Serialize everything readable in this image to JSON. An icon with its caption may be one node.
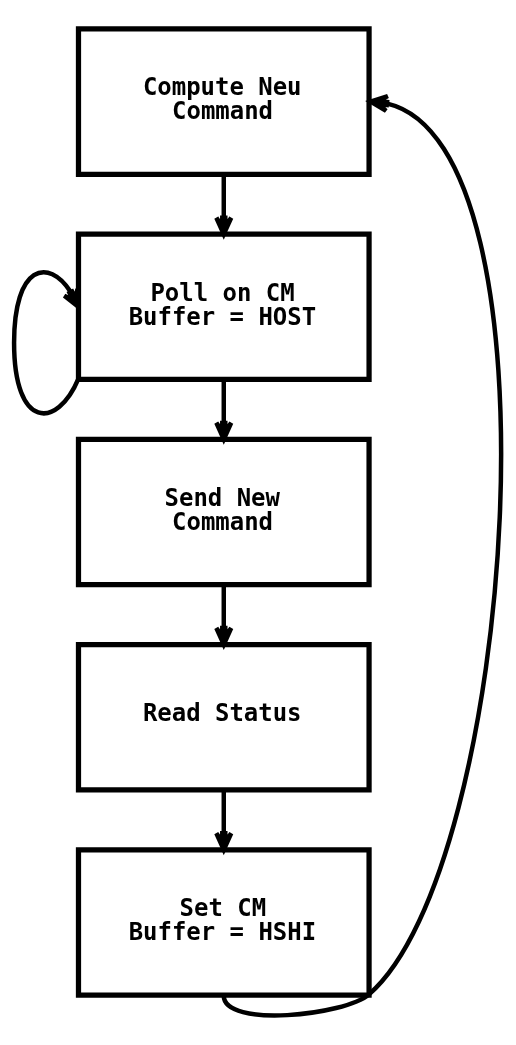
{
  "diagram": {
    "nodes": [
      {
        "text": [
          "Compute Neu Command"
        ]
      },
      {
        "text": [
          "Poll on CM Buffer = HOST"
        ]
      },
      {
        "text": [
          "Send New Command"
        ]
      },
      {
        "text": [
          "Read Status"
        ]
      },
      {
        "text": [
          "Set CM Buffer = HSHI"
        ]
      }
    ],
    "edges": [
      {
        "from": 0,
        "to": 1,
        "arrow": "to"
      },
      {
        "from": 1,
        "to": 1,
        "arrow": "to"
      },
      {
        "from": 1,
        "to": 2,
        "arrow": "to"
      },
      {
        "from": 2,
        "to": 3,
        "arrow": "to"
      },
      {
        "from": 3,
        "to": 4,
        "arrow": "to"
      },
      {
        "from": 4,
        "to": 0,
        "arrow": "to"
      }
    ]
  }
}
